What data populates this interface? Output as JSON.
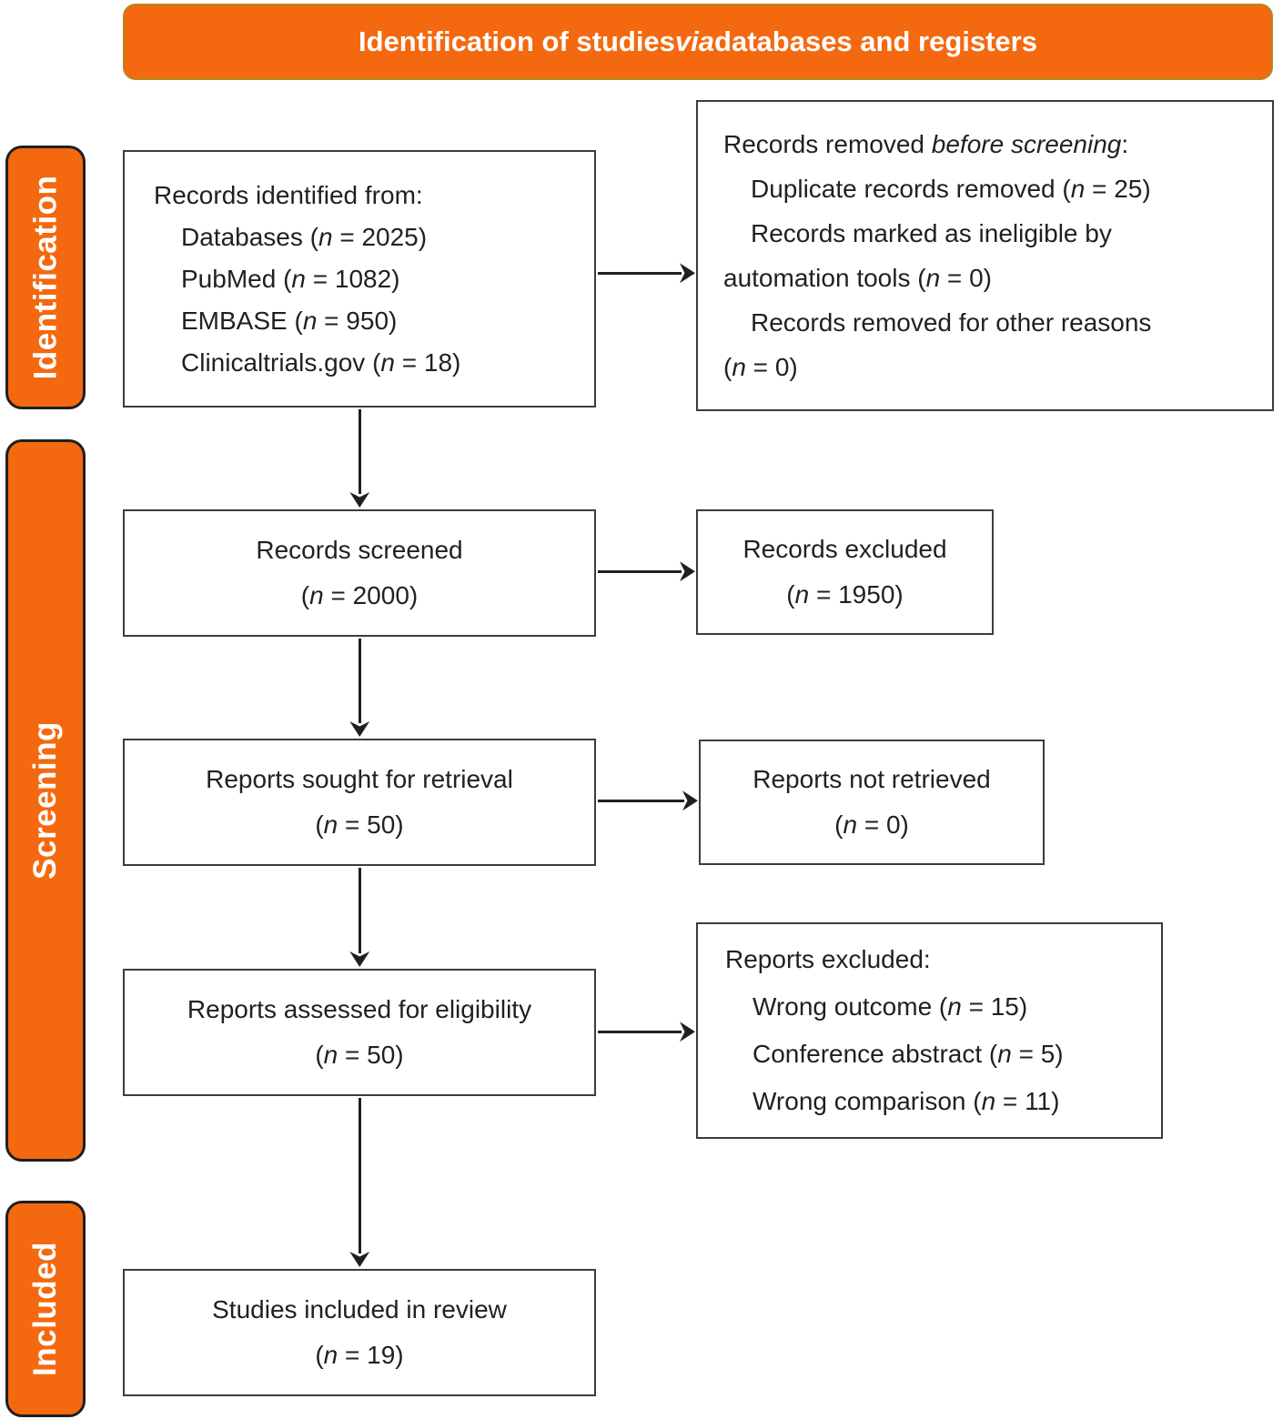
{
  "banner": {
    "title": "Identification of studies *via* databases and registers"
  },
  "stages": [
    {
      "label": "Identification"
    },
    {
      "label": "Screening"
    },
    {
      "label": "Included"
    }
  ],
  "colors": {
    "accent_orange": "#F4690F",
    "box_border": "#3f3b3c",
    "text": "#231f20",
    "banner_text": "#ffffff"
  },
  "boxes": {
    "records_identified": {
      "lines": [
        {
          "t": "Records identified from:",
          "ind": false
        },
        {
          "t": "Databases (*n* = 2025)",
          "ind": true
        },
        {
          "t": "PubMed (*n* = 1082)",
          "ind": true
        },
        {
          "t": "EMBASE (*n* = 950)",
          "ind": true
        },
        {
          "t": "Clinicaltrials.gov (*n* = 18)",
          "ind": true
        }
      ]
    },
    "records_removed": {
      "lines": [
        {
          "t": "Records removed *before screening*:",
          "ind": false
        },
        {
          "t": "Duplicate records removed (*n* = 25)",
          "ind": true
        },
        {
          "t": "Records marked as ineligible by",
          "ind": true
        },
        {
          "t": "automation tools (*n* = 0)",
          "ind": false
        },
        {
          "t": "Records removed for other reasons",
          "ind": true
        },
        {
          "t": "(*n* = 0)",
          "ind": false
        }
      ]
    },
    "records_screened": {
      "lines": [
        {
          "t": "Records screened",
          "ind": false
        },
        {
          "t": "(*n* = 2000)",
          "ind": false
        }
      ]
    },
    "records_excluded": {
      "lines": [
        {
          "t": "Records excluded",
          "ind": false
        },
        {
          "t": "(*n* = 1950)",
          "ind": false
        }
      ]
    },
    "reports_sought": {
      "lines": [
        {
          "t": "Reports sought for retrieval",
          "ind": false
        },
        {
          "t": "(*n* = 50)",
          "ind": false
        }
      ]
    },
    "reports_not_retrieved": {
      "lines": [
        {
          "t": "Reports not retrieved",
          "ind": false
        },
        {
          "t": "(*n* = 0)",
          "ind": false
        }
      ]
    },
    "reports_assessed": {
      "lines": [
        {
          "t": "Reports assessed for eligibility",
          "ind": false
        },
        {
          "t": "(*n* = 50)",
          "ind": false
        }
      ]
    },
    "reports_excluded": {
      "lines": [
        {
          "t": "Reports excluded:",
          "ind": false
        },
        {
          "t": "Wrong outcome (*n* = 15)",
          "ind": true
        },
        {
          "t": "Conference abstract (*n* = 5)",
          "ind": true
        },
        {
          "t": "Wrong comparison (*n* = 11)",
          "ind": true
        }
      ]
    },
    "studies_included": {
      "lines": [
        {
          "t": "Studies included in review",
          "ind": false
        },
        {
          "t": "(*n* = 19)",
          "ind": false
        }
      ]
    }
  }
}
